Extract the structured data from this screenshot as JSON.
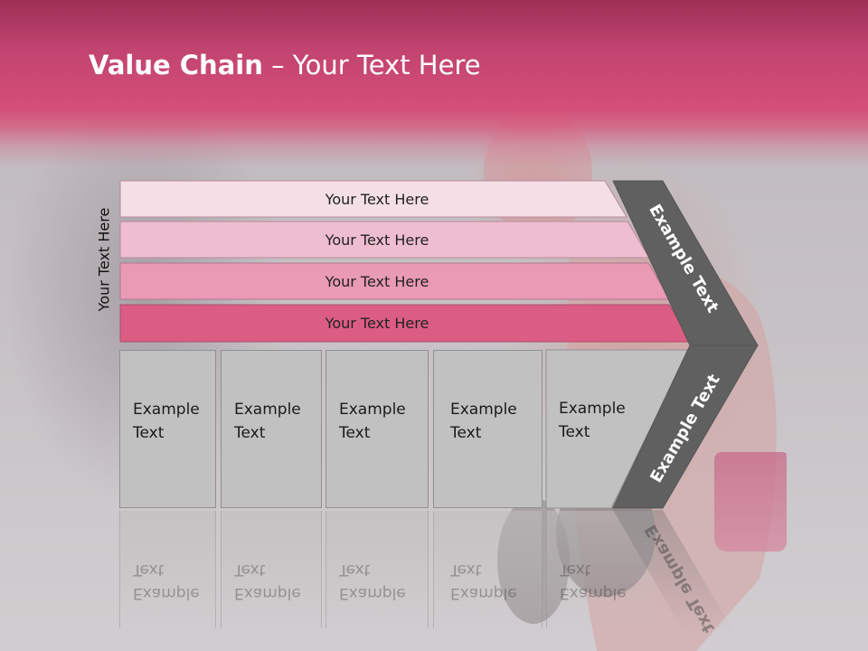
{
  "slide": {
    "title_bold": "Value Chain",
    "title_rest": " – Your Text Here"
  },
  "side_label": "Your Text Here",
  "bars": [
    {
      "label": "Your Text Here",
      "color": "#f5dfe7"
    },
    {
      "label": "Your Text Here",
      "color": "#efbdd0"
    },
    {
      "label": "Your Text Here",
      "color": "#e99ab4"
    },
    {
      "label": "Your Text Here",
      "color": "#dc5d84"
    }
  ],
  "boxes": [
    {
      "line1": "Example",
      "line2": "Text"
    },
    {
      "line1": "Example",
      "line2": "Text"
    },
    {
      "line1": "Example",
      "line2": "Text"
    },
    {
      "line1": "Example",
      "line2": "Text"
    },
    {
      "line1": "Example",
      "line2": "Text"
    }
  ],
  "chevron": {
    "upper_label": "Example Text",
    "lower_label": "Example Text",
    "color": "#606060"
  },
  "colors": {
    "header": "#d44e78",
    "box_fill": "#c1c1c1"
  }
}
